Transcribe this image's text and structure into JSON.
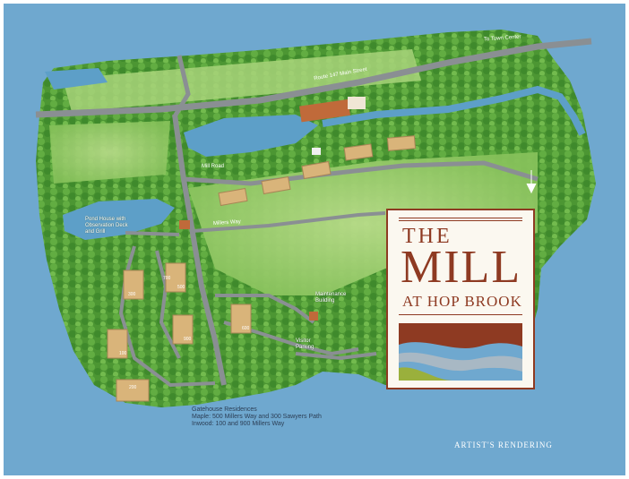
{
  "map": {
    "title_line1": "THE",
    "title_line2": "MILL",
    "title_line3": "AT HOP BROOK",
    "artist_note": "ARTIST'S RENDERING",
    "labels": {
      "pond_house": "Pond House with\nObservation Deck\nand Grill",
      "main_street": "Route 147 Main Street",
      "to_town_center": "To Town Center",
      "maintenance": "Maintenance\nBuilding",
      "visitor_parking": "Visitor\nParking",
      "loop_road": "Mill Road",
      "lower_road": "Millers Way"
    },
    "legend": {
      "line1": "Gatehouse Residences",
      "line2": "Maple:   500 Millers Way and 300 Sawyers Path",
      "line3": "Inwood:  100 and 900 Millers Way"
    },
    "building_numbers": [
      "300",
      "500",
      "100",
      "900",
      "600",
      "700",
      "200"
    ],
    "colors": {
      "water": "#6fa8cf",
      "brand": "#8e3a22",
      "forest": "#4f9a37",
      "lawn": "#9fcf6e"
    }
  }
}
